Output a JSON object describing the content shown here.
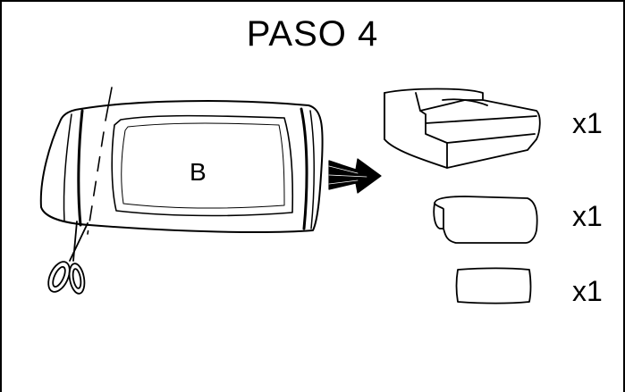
{
  "title": "PASO 4",
  "fabric_label": "B",
  "quantities": [
    "x1",
    "x1",
    "x1"
  ]
}
